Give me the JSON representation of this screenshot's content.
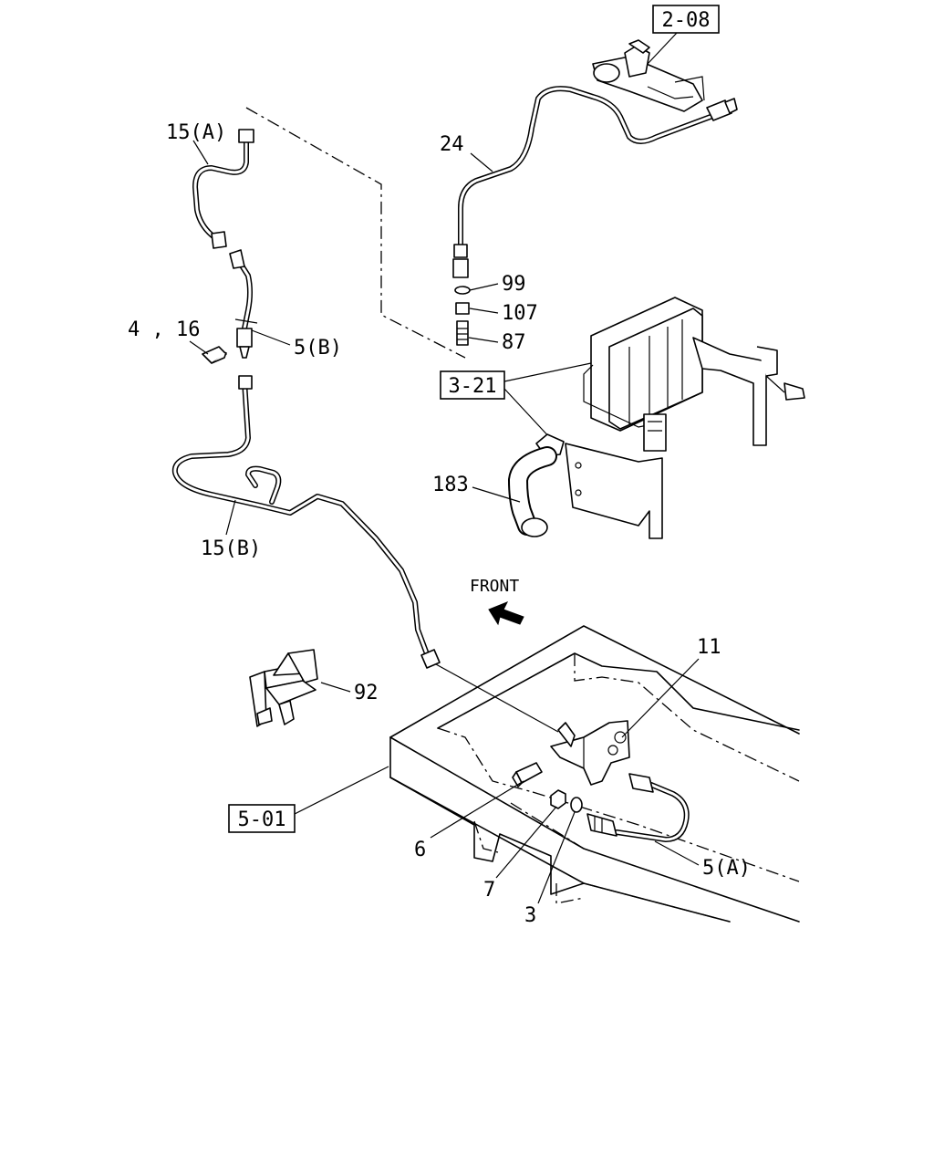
{
  "labels": {
    "ref_2_08": "2-08",
    "ref_3_21": "3-21",
    "ref_5_01": "5-01",
    "p15a": "15(A)",
    "p24": "24",
    "p99": "99",
    "p107": "107",
    "p87": "87",
    "p4_16": "4 , 16",
    "p5b": "5(B)",
    "p183": "183",
    "p15b": "15(B)",
    "front": "FRONT",
    "p11": "11",
    "p92": "92",
    "p6": "6",
    "p7": "7",
    "p3": "3",
    "p5a": "5(A)"
  }
}
